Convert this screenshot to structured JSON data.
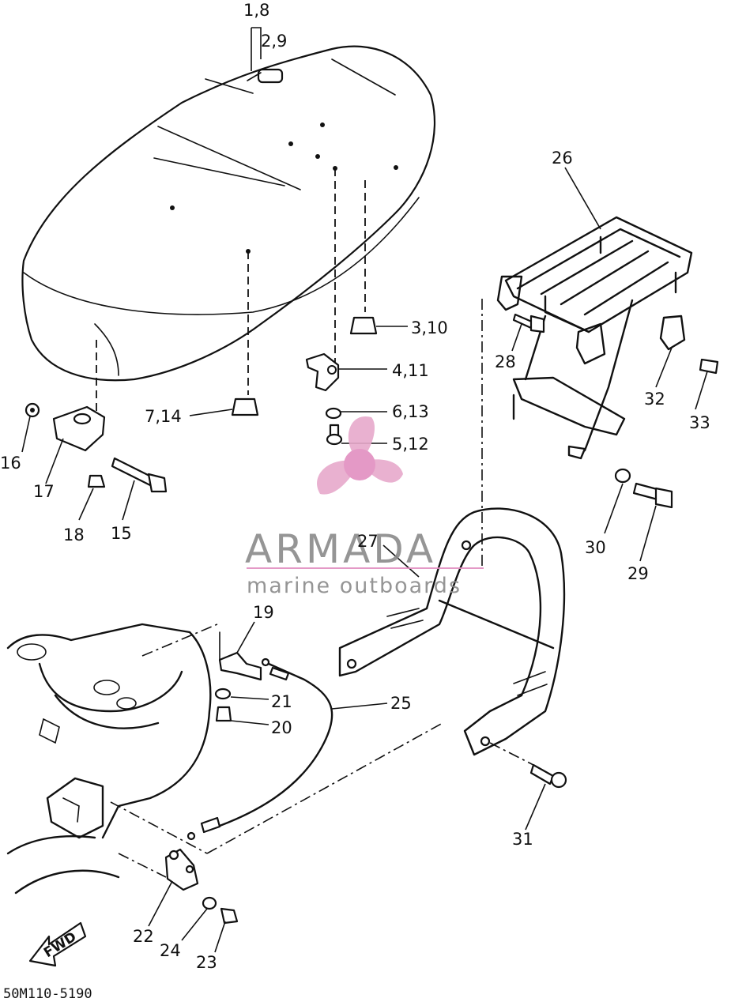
{
  "diagram": {
    "part_labels": [
      "1,8",
      "2,9",
      "3,10",
      "4,11",
      "6,13",
      "5,12",
      "7,14",
      "16",
      "17",
      "18",
      "15",
      "26",
      "28",
      "32",
      "33",
      "30",
      "29",
      "27",
      "19",
      "21",
      "20",
      "25",
      "31",
      "22",
      "24",
      "23"
    ],
    "fwd_marker": "FWD",
    "drawing_code": "50M110-5190"
  },
  "watermark": {
    "brand": "ARMADA",
    "tagline": "marine outboards",
    "colors": {
      "propeller": "#e7a9cb",
      "hub": "#e28ec0",
      "text": "#8a8a8a",
      "rule": "#e28ec0"
    }
  }
}
